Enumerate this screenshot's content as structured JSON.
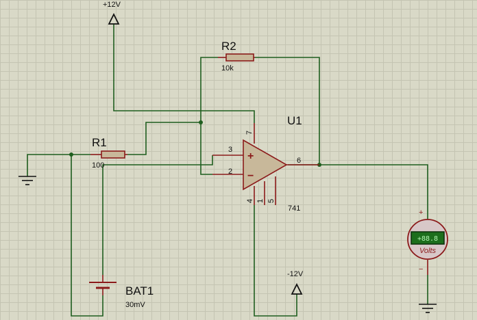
{
  "components": {
    "r1": {
      "name": "R1",
      "value": "100"
    },
    "r2": {
      "name": "R2",
      "value": "10k"
    },
    "u1": {
      "name": "U1",
      "model": "741",
      "pins": {
        "p2": "2",
        "p3": "3",
        "p4": "4",
        "p1": "1",
        "p5": "5",
        "p6": "6",
        "p7": "7"
      },
      "plus": "+",
      "minus": "−"
    },
    "bat1": {
      "name": "BAT1",
      "value": "30mV"
    },
    "voltmeter": {
      "display": "+88.8",
      "caption": "Volts",
      "plus": "+",
      "minus": "−"
    }
  },
  "power": {
    "positive": "+12V",
    "negative": "-12V"
  },
  "colors": {
    "wire": "#1e5e1e",
    "component": "#8b1a1a",
    "body": "#c8b89a",
    "grid": "#c4c4b2",
    "background": "#d9d9c7",
    "lcd": "#1c6e1c"
  }
}
